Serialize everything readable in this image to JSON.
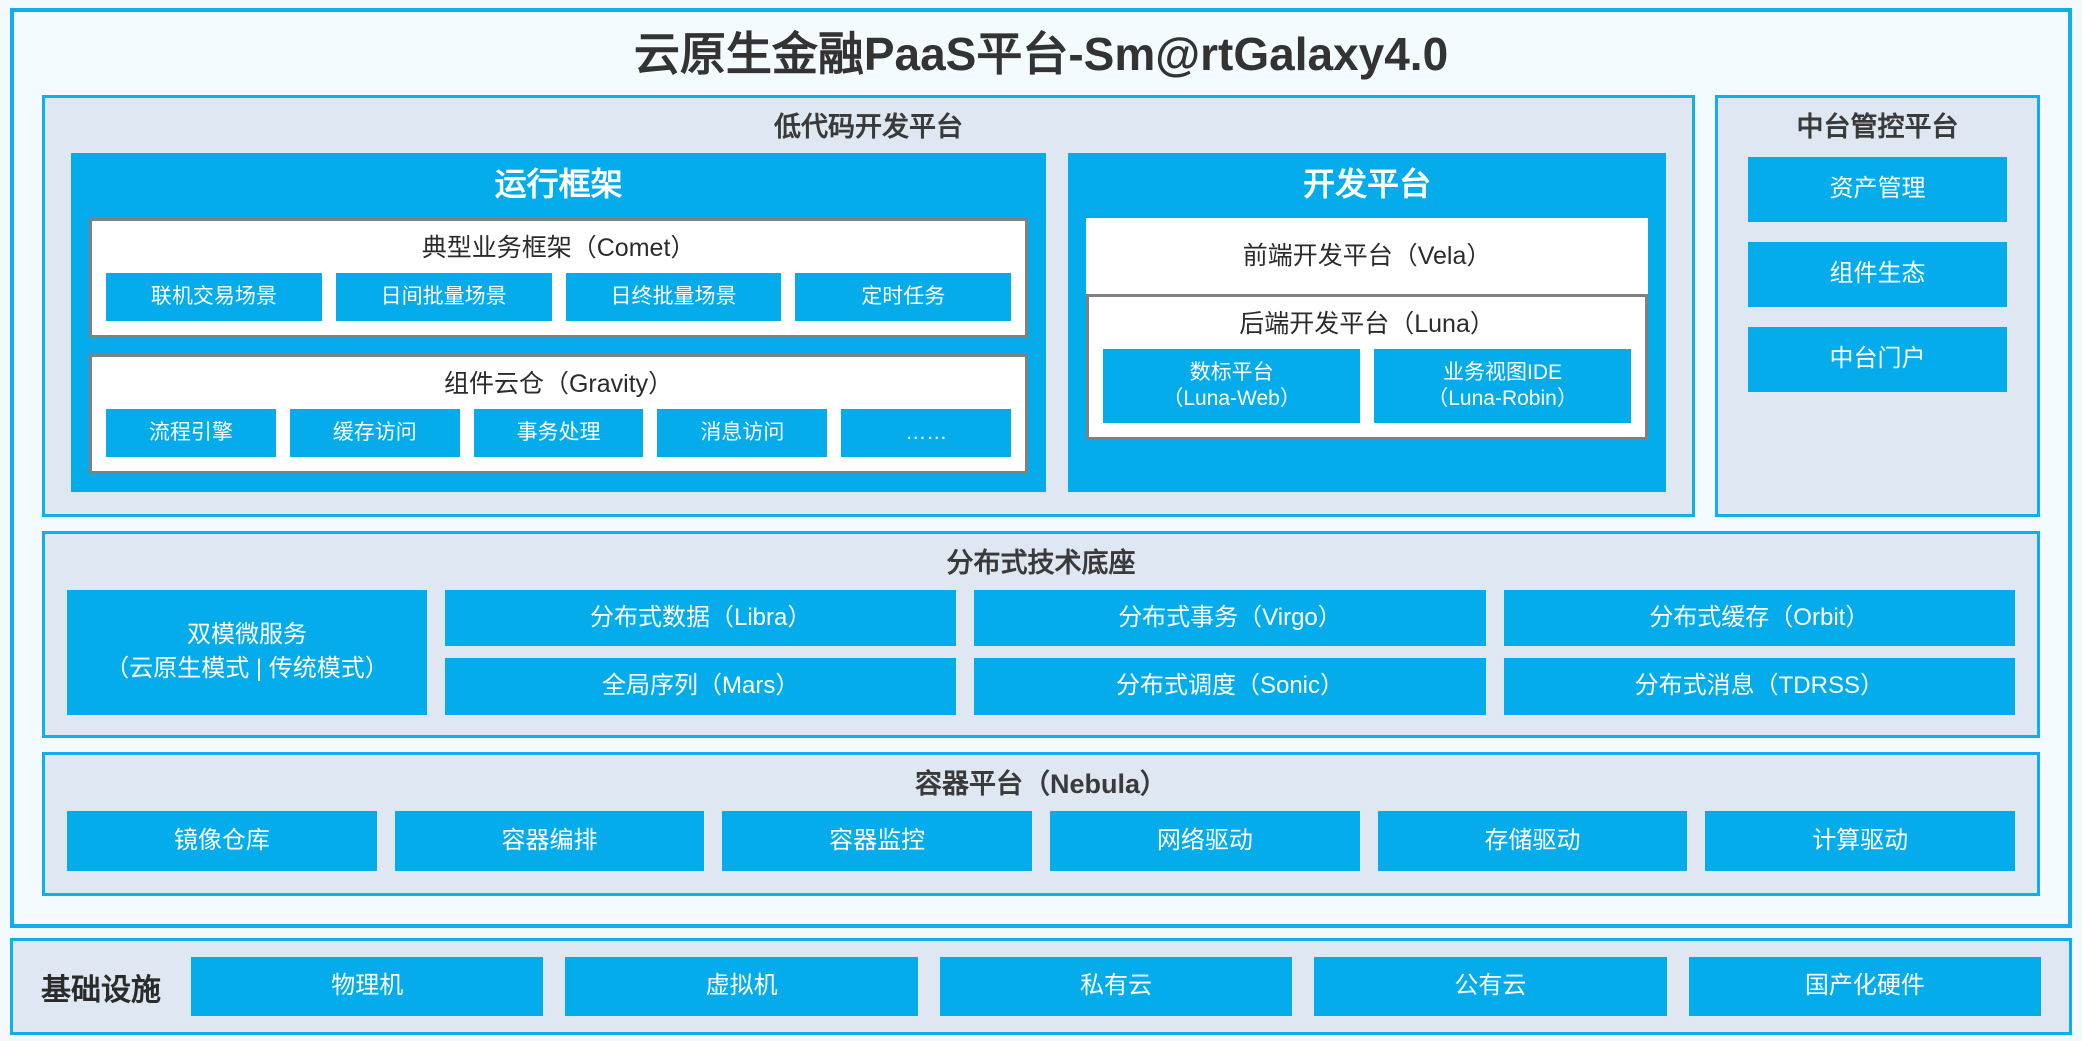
{
  "colors": {
    "accent_blue": "#05aceb",
    "border_blue": "#11aeeb",
    "panel_bg": "#dee7f2",
    "card_bg": "#f4fbfe",
    "page_bg": "#f2fafd",
    "group_border_gray": "#808080",
    "text_dark": "#333333",
    "text_white": "#ffffff"
  },
  "header": {
    "title": "云原生金融PaaS平台-Sm@rtGalaxy4.0"
  },
  "lowcode": {
    "title": "低代码开发平台",
    "runtime": {
      "title": "运行框架",
      "groups": [
        {
          "title": "典型业务框架（Comet）",
          "chips": [
            {
              "label": "联机交易场景"
            },
            {
              "label": "日间批量场景"
            },
            {
              "label": "日终批量场景"
            },
            {
              "label": "定时任务"
            }
          ]
        },
        {
          "title": "组件云仓（Gravity）",
          "chips": [
            {
              "label": "流程引擎"
            },
            {
              "label": "缓存访问"
            },
            {
              "label": "事务处理"
            },
            {
              "label": "消息访问"
            },
            {
              "label": "……"
            }
          ]
        }
      ]
    },
    "devplatform": {
      "title": "开发平台",
      "frontend_bar": "前端开发平台（Vela）",
      "backend_group": {
        "title": "后端开发平台（Luna）",
        "chips": [
          {
            "label": "数标平台",
            "sub": "（Luna-Web）"
          },
          {
            "label": "业务视图IDE",
            "sub": "（Luna-Robin）"
          }
        ]
      }
    }
  },
  "midplatform": {
    "title": "中台管控平台",
    "buttons": [
      {
        "label": "资产管理"
      },
      {
        "label": "组件生态"
      },
      {
        "label": "中台门户"
      }
    ]
  },
  "foundation": {
    "title": "分布式技术底座",
    "microservice": {
      "line1": "双模微服务",
      "line2": "（云原生模式 | 传统模式）"
    },
    "columns": [
      [
        {
          "label": "分布式数据（Libra）"
        },
        {
          "label": "全局序列（Mars）"
        }
      ],
      [
        {
          "label": "分布式事务（Virgo）"
        },
        {
          "label": "分布式调度（Sonic）"
        }
      ],
      [
        {
          "label": "分布式缓存（Orbit）"
        },
        {
          "label": "分布式消息（TDRSS）"
        }
      ]
    ]
  },
  "container": {
    "title": "容器平台（Nebula）",
    "items": [
      {
        "label": "镜像仓库"
      },
      {
        "label": "容器编排"
      },
      {
        "label": "容器监控"
      },
      {
        "label": "网络驱动"
      },
      {
        "label": "存储驱动"
      },
      {
        "label": "计算驱动"
      }
    ]
  },
  "infrastructure": {
    "label": "基础设施",
    "items": [
      {
        "label": "物理机"
      },
      {
        "label": "虚拟机"
      },
      {
        "label": "私有云"
      },
      {
        "label": "公有云"
      },
      {
        "label": "国产化硬件"
      }
    ]
  }
}
